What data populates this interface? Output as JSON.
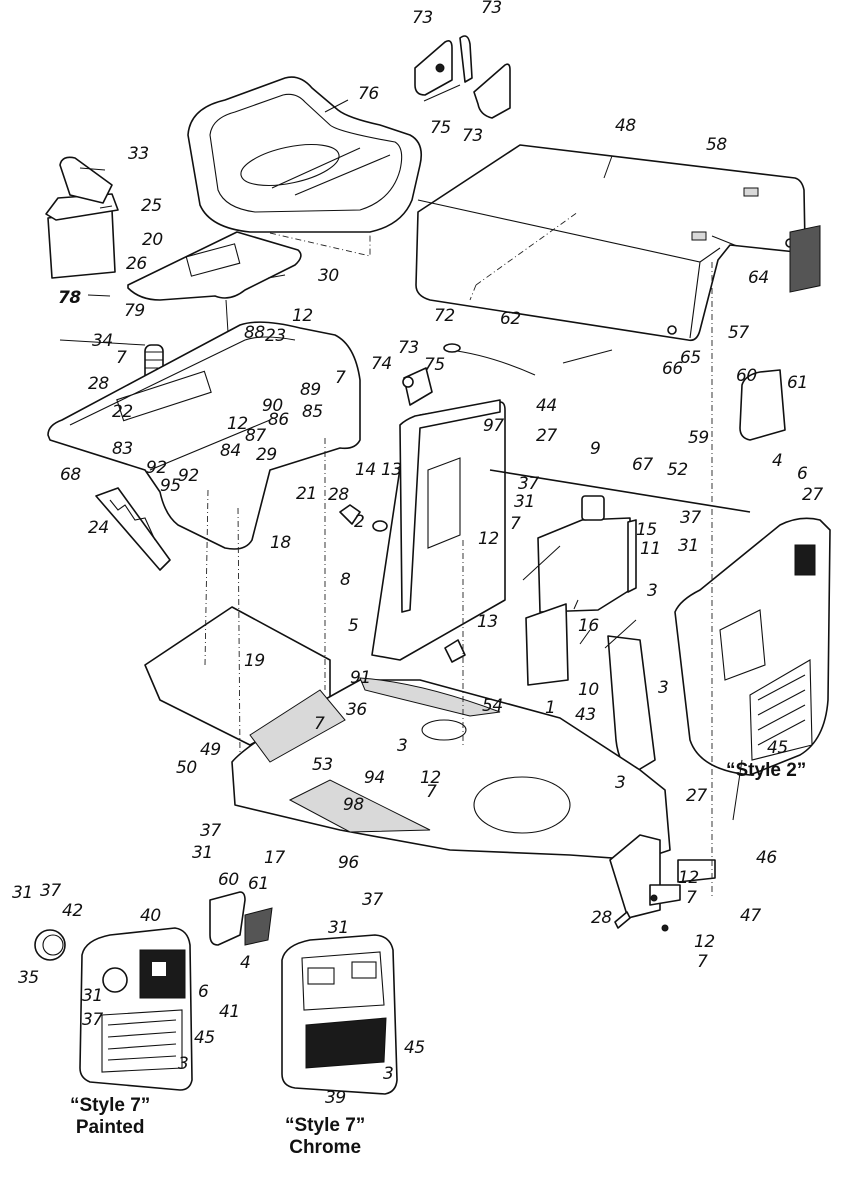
{
  "diagram": {
    "type": "exploded-parts-diagram",
    "subject": "Lawn tractor body, seat, hood and grille assembly",
    "captions": {
      "style2": "“Style 2”",
      "style7_painted_line1": "“Style 7”",
      "style7_painted_line2": "Painted",
      "style7_chrome_line1": "“Style 7”",
      "style7_chrome_line2": "Chrome"
    },
    "callouts": [
      {
        "id": "c73a",
        "label": "73"
      },
      {
        "id": "c73b",
        "label": "73"
      },
      {
        "id": "c73c",
        "label": "73"
      },
      {
        "id": "c75a",
        "label": "75"
      },
      {
        "id": "c76",
        "label": "76"
      },
      {
        "id": "c48",
        "label": "48"
      },
      {
        "id": "c58",
        "label": "58"
      },
      {
        "id": "c64",
        "label": "64"
      },
      {
        "id": "c33",
        "label": "33"
      },
      {
        "id": "c25",
        "label": "25"
      },
      {
        "id": "c20",
        "label": "20"
      },
      {
        "id": "c26",
        "label": "26"
      },
      {
        "id": "c30",
        "label": "30"
      },
      {
        "id": "c78",
        "label": "78"
      },
      {
        "id": "c79",
        "label": "79"
      },
      {
        "id": "c34",
        "label": "34"
      },
      {
        "id": "c12a",
        "label": "12"
      },
      {
        "id": "c88",
        "label": "88"
      },
      {
        "id": "c23",
        "label": "23"
      },
      {
        "id": "c7a",
        "label": "7"
      },
      {
        "id": "c7b",
        "label": "7"
      },
      {
        "id": "c28a",
        "label": "28"
      },
      {
        "id": "c89",
        "label": "89"
      },
      {
        "id": "c90",
        "label": "90"
      },
      {
        "id": "c85",
        "label": "85"
      },
      {
        "id": "c86",
        "label": "86"
      },
      {
        "id": "c22",
        "label": "22"
      },
      {
        "id": "c12b",
        "label": "12"
      },
      {
        "id": "c87",
        "label": "87"
      },
      {
        "id": "c83",
        "label": "83"
      },
      {
        "id": "c84",
        "label": "84"
      },
      {
        "id": "c92a",
        "label": "92"
      },
      {
        "id": "c92b",
        "label": "92"
      },
      {
        "id": "c95",
        "label": "95"
      },
      {
        "id": "c68",
        "label": "68"
      },
      {
        "id": "c29",
        "label": "29"
      },
      {
        "id": "c21",
        "label": "21"
      },
      {
        "id": "c28b",
        "label": "28"
      },
      {
        "id": "c24",
        "label": "24"
      },
      {
        "id": "c18",
        "label": "18"
      },
      {
        "id": "c62",
        "label": "62"
      },
      {
        "id": "c57",
        "label": "57"
      },
      {
        "id": "c65",
        "label": "65"
      },
      {
        "id": "c66",
        "label": "66"
      },
      {
        "id": "c72",
        "label": "72"
      },
      {
        "id": "c73d",
        "label": "73"
      },
      {
        "id": "c74",
        "label": "74"
      },
      {
        "id": "c75b",
        "label": "75"
      },
      {
        "id": "c44",
        "label": "44"
      },
      {
        "id": "c97",
        "label": "97"
      },
      {
        "id": "c27a",
        "label": "27"
      },
      {
        "id": "c37a",
        "label": "37"
      },
      {
        "id": "c31a",
        "label": "31"
      },
      {
        "id": "c7c",
        "label": "7"
      },
      {
        "id": "c12c",
        "label": "12"
      },
      {
        "id": "c14",
        "label": "14"
      },
      {
        "id": "c13a",
        "label": "13"
      },
      {
        "id": "c2",
        "label": "2"
      },
      {
        "id": "c8",
        "label": "8"
      },
      {
        "id": "c13b",
        "label": "13"
      },
      {
        "id": "c9",
        "label": "9"
      },
      {
        "id": "c67",
        "label": "67"
      },
      {
        "id": "c15",
        "label": "15"
      },
      {
        "id": "c11",
        "label": "11"
      },
      {
        "id": "c3a",
        "label": "3"
      },
      {
        "id": "c16",
        "label": "16"
      },
      {
        "id": "c10",
        "label": "10"
      },
      {
        "id": "c1",
        "label": "1"
      },
      {
        "id": "c43",
        "label": "43"
      },
      {
        "id": "c5",
        "label": "5"
      },
      {
        "id": "c60a",
        "label": "60"
      },
      {
        "id": "c61a",
        "label": "61"
      },
      {
        "id": "c59",
        "label": "59"
      },
      {
        "id": "c52",
        "label": "52"
      },
      {
        "id": "c4a",
        "label": "4"
      },
      {
        "id": "c6a",
        "label": "6"
      },
      {
        "id": "c27b",
        "label": "27"
      },
      {
        "id": "c37b",
        "label": "37"
      },
      {
        "id": "c31b",
        "label": "31"
      },
      {
        "id": "c3b",
        "label": "3"
      },
      {
        "id": "c45a",
        "label": "45"
      },
      {
        "id": "c27c",
        "label": "27"
      },
      {
        "id": "c19",
        "label": "19"
      },
      {
        "id": "c91",
        "label": "91"
      },
      {
        "id": "c36",
        "label": "36"
      },
      {
        "id": "c7d",
        "label": "7"
      },
      {
        "id": "c54",
        "label": "54"
      },
      {
        "id": "c3c",
        "label": "3"
      },
      {
        "id": "c12d",
        "label": "12"
      },
      {
        "id": "c7e",
        "label": "7"
      },
      {
        "id": "c49",
        "label": "49"
      },
      {
        "id": "c50",
        "label": "50"
      },
      {
        "id": "c53",
        "label": "53"
      },
      {
        "id": "c94",
        "label": "94"
      },
      {
        "id": "c98",
        "label": "98"
      },
      {
        "id": "c3d",
        "label": "3"
      },
      {
        "id": "c37c",
        "label": "37"
      },
      {
        "id": "c31c",
        "label": "31"
      },
      {
        "id": "c17",
        "label": "17"
      },
      {
        "id": "c96",
        "label": "96"
      },
      {
        "id": "c37d",
        "label": "37"
      },
      {
        "id": "c31d",
        "label": "31"
      },
      {
        "id": "c46",
        "label": "46"
      },
      {
        "id": "c12e",
        "label": "12"
      },
      {
        "id": "c7f",
        "label": "7"
      },
      {
        "id": "c47",
        "label": "47"
      },
      {
        "id": "c28c",
        "label": "28"
      },
      {
        "id": "c12f",
        "label": "12"
      },
      {
        "id": "c7g",
        "label": "7"
      },
      {
        "id": "c31e",
        "label": "31"
      },
      {
        "id": "c37e",
        "label": "37"
      },
      {
        "id": "c42",
        "label": "42"
      },
      {
        "id": "c35",
        "label": "35"
      },
      {
        "id": "c40",
        "label": "40"
      },
      {
        "id": "c60b",
        "label": "60"
      },
      {
        "id": "c61b",
        "label": "61"
      },
      {
        "id": "c4b",
        "label": "4"
      },
      {
        "id": "c6b",
        "label": "6"
      },
      {
        "id": "c41",
        "label": "41"
      },
      {
        "id": "c31f",
        "label": "31"
      },
      {
        "id": "c37f",
        "label": "37"
      },
      {
        "id": "c45b",
        "label": "45"
      },
      {
        "id": "c3e",
        "label": "3"
      },
      {
        "id": "c45c",
        "label": "45"
      },
      {
        "id": "c3f",
        "label": "3"
      },
      {
        "id": "c39",
        "label": "39"
      }
    ]
  }
}
